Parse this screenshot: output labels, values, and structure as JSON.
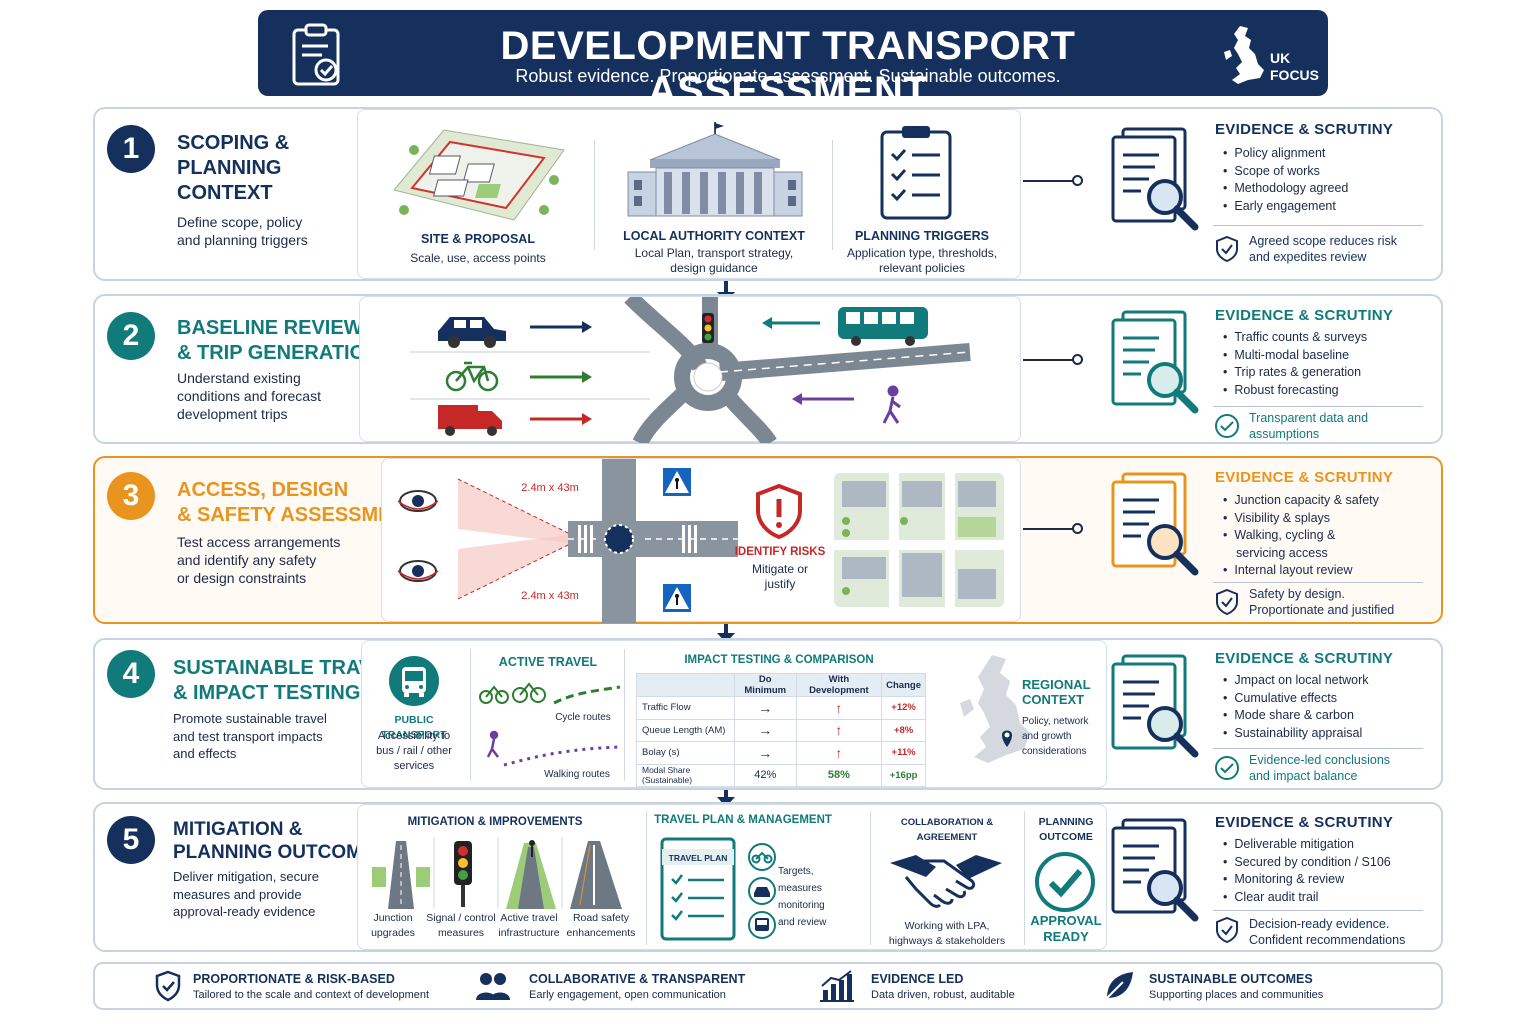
{
  "header": {
    "title": "DEVELOPMENT TRANSPORT ASSESSMENT",
    "subtitle": "Robust evidence. Proportionate assessment. Sustainable outcomes.",
    "badge_line1": "UK",
    "badge_line2": "FOCUS"
  },
  "colors": {
    "navy": "#15305c",
    "teal": "#117a7a",
    "orange": "#e9941f",
    "red": "#c62828",
    "green": "#2e7d32",
    "purple": "#6b3fa0"
  },
  "stages": [
    {
      "number": "1",
      "title_line1": "SCOPING &",
      "title_line2": "PLANNING",
      "title_line3": "CONTEXT",
      "desc_line1": "Define scope, policy",
      "desc_line2": "and planning triggers",
      "items": [
        {
          "title": "SITE & PROPOSAL",
          "line1": "Scale, use, access points",
          "line2": ""
        },
        {
          "title": "LOCAL AUTHORITY CONTEXT",
          "line1": "Local Plan, transport strategy,",
          "line2": "design guidance"
        },
        {
          "title": "PLANNING TRIGGERS",
          "line1": "Application type, thresholds,",
          "line2": "relevant policies"
        }
      ],
      "evidence": {
        "title": "EVIDENCE & SCRUTINY",
        "bullets": [
          "Policy alignment",
          "Scope of works",
          "Methodology agreed",
          "Early engagement"
        ],
        "note_line1": "Agreed scope reduces risk",
        "note_line2": "and expedites review"
      }
    },
    {
      "number": "2",
      "title_line1": "BASELINE REVIEW",
      "title_line2": "& TRIP GENERATION",
      "desc_line1": "Understand existing",
      "desc_line2": "conditions and forecast",
      "desc_line3": "development trips",
      "evidence": {
        "title": "EVIDENCE & SCRUTINY",
        "bullets": [
          "Traffic counts & surveys",
          "Multi-modal baseline",
          "Trip rates & generation",
          "Robust forecasting"
        ],
        "note_line1": "Transparent data and",
        "note_line2": "assumptions"
      }
    },
    {
      "number": "3",
      "title_line1": "ACCESS, DESIGN",
      "title_line2": "& SAFETY ASSESSMENT",
      "desc_line1": "Test access arrangements",
      "desc_line2": "and identify any safety",
      "desc_line3": "or design constraints",
      "splay_top": "2.4m x 43m",
      "splay_bottom": "2.4m x 43m",
      "risk_title": "IDENTIFY RISKS",
      "risk_line1": "Mitigate or",
      "risk_line2": "justify",
      "evidence": {
        "title": "EVIDENCE & SCRUTINY",
        "bullet1": "Junction capacity & safety",
        "bullet2": "Visibility & splays",
        "bullet3_line1": "Walking, cycling &",
        "bullet3_line2": "servicing access",
        "bullet4": "Internal layout review",
        "note_line1": "Safety by design.",
        "note_line2": "Proportionate and justified"
      }
    },
    {
      "number": "4",
      "title_line1": "SUSTAINABLE TRAVEL",
      "title_line2": "& IMPACT TESTING",
      "desc_line1": "Promote sustainable travel",
      "desc_line2": "and test transport impacts",
      "desc_line3": "and effects",
      "public_transport_title": "PUBLIC TRANSPORT",
      "public_transport_line1": "Accessibility to",
      "public_transport_line2": "bus / rail / other",
      "public_transport_line3": "services",
      "active_travel_title": "ACTIVE TRAVEL",
      "cycle_label": "Cycle routes",
      "walking_label": "Walking routes",
      "impact_title": "IMPACT TESTING & COMPARISON",
      "table": {
        "headers": [
          "",
          "Do Minimum",
          "With Development",
          "Change"
        ],
        "rows": [
          {
            "label": "Traffic Flow",
            "do_min": "→",
            "with_dev": "↑",
            "change": "+12%"
          },
          {
            "label": "Queue Length (AM)",
            "do_min": "→",
            "with_dev": "↑",
            "change": "+8%"
          },
          {
            "label": "Bolay (s)",
            "do_min": "→",
            "with_dev": "↑",
            "change": "+11%"
          },
          {
            "label": "Modal Share (Sustainable)",
            "do_min": "42%",
            "with_dev": "58%",
            "change": "+16pp"
          }
        ]
      },
      "regional_title_line1": "REGIONAL",
      "regional_title_line2": "CONTEXT",
      "regional_line1": "Policy, network",
      "regional_line2": "and growth",
      "regional_line3": "considerations",
      "evidence": {
        "title": "EVIDENCE & SCRUTINY",
        "bullets": [
          "Jmpact on local network",
          "Cumulative effects",
          "Mode share & carbon",
          "Sustainability appraisal"
        ],
        "note_line1": "Evidence-led conclusions",
        "note_line2": "and impact balance"
      }
    },
    {
      "number": "5",
      "title_line1": "MITIGATION &",
      "title_line2": "PLANNING OUTCOME",
      "desc_line1": "Deliver mitigation, secure",
      "desc_line2": "measures and provide",
      "desc_line3": "approval-ready evidence",
      "mitigation_title": "MITIGATION & IMPROVEMENTS",
      "mitigation_items": [
        {
          "line1": "Junction",
          "line2": "upgrades"
        },
        {
          "line1": "Signal / control",
          "line2": "measures"
        },
        {
          "line1": "Active travel",
          "line2": "infrastructure"
        },
        {
          "line1": "Road safety",
          "line2": "enhancements"
        }
      ],
      "travel_plan_title": "TRAVEL PLAN & MANAGEMENT",
      "travel_plan_doc": "TRAVEL PLAN",
      "travel_plan_line1": "Targets, measures",
      "travel_plan_line2": "monitoring",
      "travel_plan_line3": "and review",
      "collab_title": "COLLABORATION & AGREEMENT",
      "collab_line1": "Working with LPA,",
      "collab_line2": "highways & stakeholders",
      "outcome_title_line1": "PLANNING",
      "outcome_title_line2": "OUTCOME",
      "approval_line1": "APPROVAL",
      "approval_line2": "READY",
      "evidence": {
        "title": "EVIDENCE & SCRUTINY",
        "bullets": [
          "Deliverable mitigation",
          "Secured by condition / S106",
          "Monitoring & review",
          "Clear audit trail"
        ],
        "note_line1": "Decision-ready evidence.",
        "note_line2": "Confident recommendations"
      }
    }
  ],
  "footer": [
    {
      "icon": "shield-check-icon",
      "title": "PROPORTIONATE & RISK-BASED",
      "sub": "Tailored to the scale and context of development"
    },
    {
      "icon": "people-icon",
      "title": "COLLABORATIVE & TRANSPARENT",
      "sub": "Early engagement, open communication"
    },
    {
      "icon": "bar-chart-icon",
      "title": "EVIDENCE LED",
      "sub": "Data driven, robust, auditable"
    },
    {
      "icon": "leaf-icon",
      "title": "SUSTAINABLE OUTCOMES",
      "sub": "Supporting places and communities"
    }
  ]
}
